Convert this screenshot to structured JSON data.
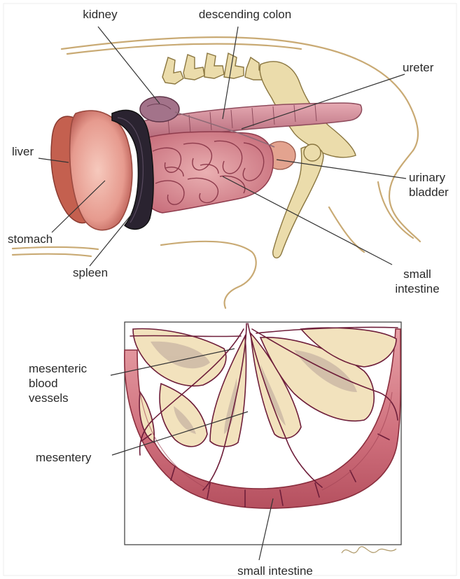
{
  "colors": {
    "liver": "#e8968f",
    "stomach_fill": "#f0b8ac",
    "spleen": "#2a2330",
    "intestine": "#d98d94",
    "intestine_dark": "#b65a66",
    "colon": "#c9838f",
    "kidney": "#a8758c",
    "bladder": "#e0a090",
    "bone": "#e8d9a8",
    "bone_line": "#8a7640",
    "outline": "#c9aa74",
    "mesentery": "#f4e3c0",
    "vessel": "#6e1e3a",
    "leader": "#333333"
  },
  "icons": [
    "kidney-icon",
    "liver-icon",
    "stomach-icon",
    "spleen-icon",
    "intestine-icon",
    "bone-icon",
    "bladder-icon",
    "mesentery-icon",
    "signature-icon"
  ],
  "labels": {
    "kidney": "kidney",
    "descending_colon": "descending colon",
    "ureter": "ureter",
    "liver": "liver",
    "urinary_bladder": "urinary\nbladder",
    "stomach": "stomach",
    "spleen": "spleen",
    "small_intestine_top": "small\nintestine",
    "mesenteric_blood_vessels": "mesenteric\nblood\nvessels",
    "mesentery": "mesentery",
    "small_intestine_bottom": "small intestine"
  }
}
